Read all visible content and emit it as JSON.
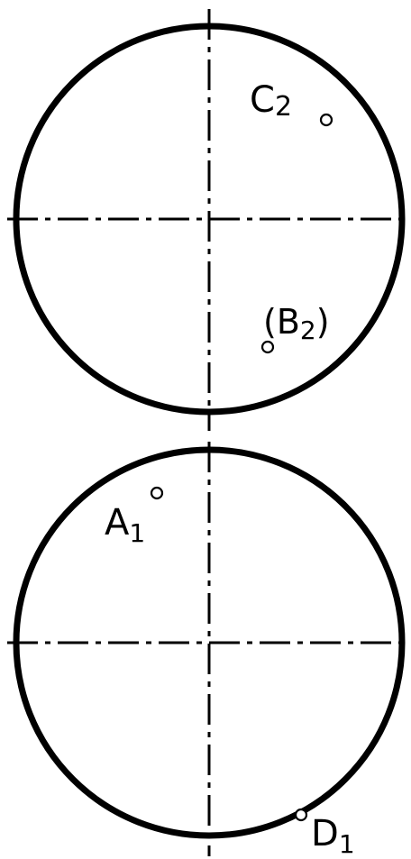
{
  "points": {
    "c2": {
      "letter": "C",
      "sub": "2"
    },
    "b2": {
      "open": "(",
      "letter": "B",
      "sub": "2",
      "close": ")"
    },
    "a1": {
      "letter": "A",
      "sub": "1"
    },
    "d1": {
      "letter": "D",
      "sub": "1"
    }
  },
  "style": {
    "line_color": "#000000",
    "background": "#ffffff"
  }
}
